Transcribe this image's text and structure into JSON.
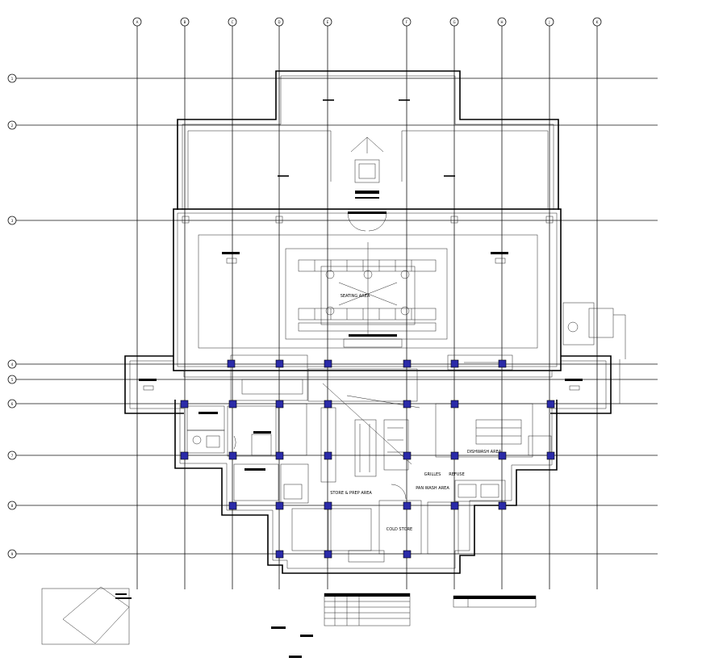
{
  "grid": {
    "columns": [
      {
        "id": "A"
      },
      {
        "id": "B"
      },
      {
        "id": "C"
      },
      {
        "id": "D"
      },
      {
        "id": "E"
      },
      {
        "id": "F"
      },
      {
        "id": "G"
      },
      {
        "id": "H"
      },
      {
        "id": "J"
      },
      {
        "id": "K"
      }
    ],
    "rows": [
      {
        "id": "1"
      },
      {
        "id": "2"
      },
      {
        "id": "3"
      },
      {
        "id": "4"
      },
      {
        "id": "5"
      },
      {
        "id": "6"
      },
      {
        "id": "7"
      },
      {
        "id": "8"
      },
      {
        "id": "9"
      }
    ]
  },
  "rooms": {
    "seating": "SEATING AREA",
    "store": "STORE & PREP AREA",
    "dishwash": "DISHWASH AREA",
    "refuse": "REFUSE",
    "cold": "COLD STORE",
    "pan_wash": "PAN WASH AREA",
    "grilles": "GRILLES"
  },
  "colors": {
    "line": "#000000",
    "column": "#2a2aa8",
    "background": "#ffffff"
  }
}
